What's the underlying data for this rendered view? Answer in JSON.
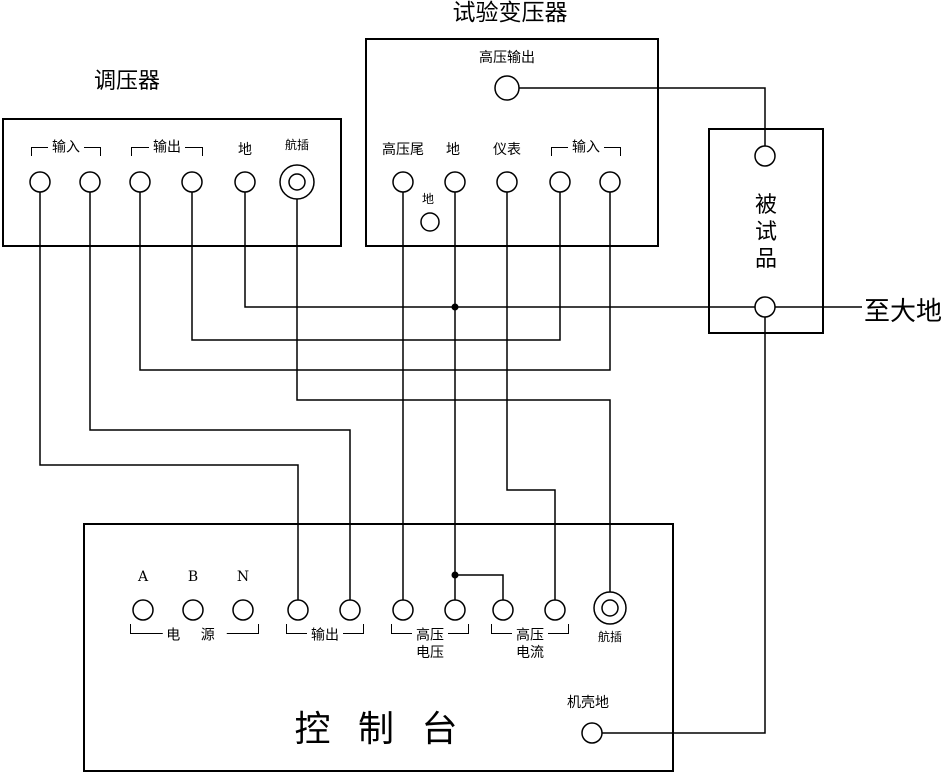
{
  "colors": {
    "ink": "#000000",
    "background": "#ffffff"
  },
  "regulator": {
    "title": "调压器",
    "input": "输入",
    "output": "输出",
    "ground": "地",
    "plug": "航插"
  },
  "transformer": {
    "title": "试验变压器",
    "hv_output": "高压输出",
    "hv_tail": "高压尾",
    "ground": "地",
    "meter": "仪表",
    "input": "输入",
    "aux_ground": "地"
  },
  "dut": {
    "title": "被试品"
  },
  "earth": {
    "label": "至大地"
  },
  "console": {
    "title": "控 制 台",
    "phases": [
      "A",
      "B",
      "N"
    ],
    "power": "电 源",
    "output": "输出",
    "hv_voltage": [
      "高压",
      "电压"
    ],
    "hv_current": [
      "高压",
      "电流"
    ],
    "plug": "航插",
    "chassis_ground": "机壳地"
  }
}
